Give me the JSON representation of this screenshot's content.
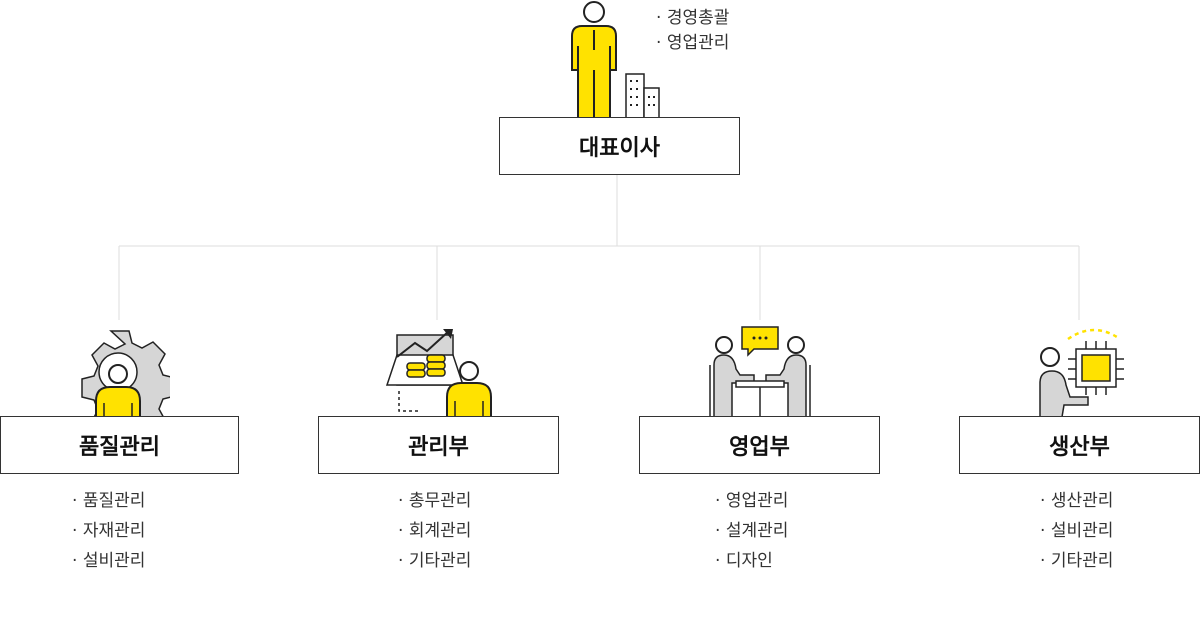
{
  "ceo": {
    "title": "대표이사",
    "duties": [
      "경영총괄",
      "영업관리"
    ]
  },
  "departments": [
    {
      "title": "품질관리",
      "duties": [
        "품질관리",
        "자재관리",
        "설비관리"
      ],
      "icon": "gear-person-icon"
    },
    {
      "title": "관리부",
      "duties": [
        "총무관리",
        "회계관리",
        "기타관리"
      ],
      "icon": "finance-person-icon"
    },
    {
      "title": "영업부",
      "duties": [
        "영업관리",
        "설계관리",
        "디자인"
      ],
      "icon": "meeting-icon"
    },
    {
      "title": "생산부",
      "duties": [
        "생산관리",
        "설비관리",
        "기타관리"
      ],
      "icon": "chip-person-icon"
    }
  ],
  "colors": {
    "accent": "#FFE200",
    "line": "#dddddd",
    "border": "#333333",
    "gray": "#cccccc"
  }
}
